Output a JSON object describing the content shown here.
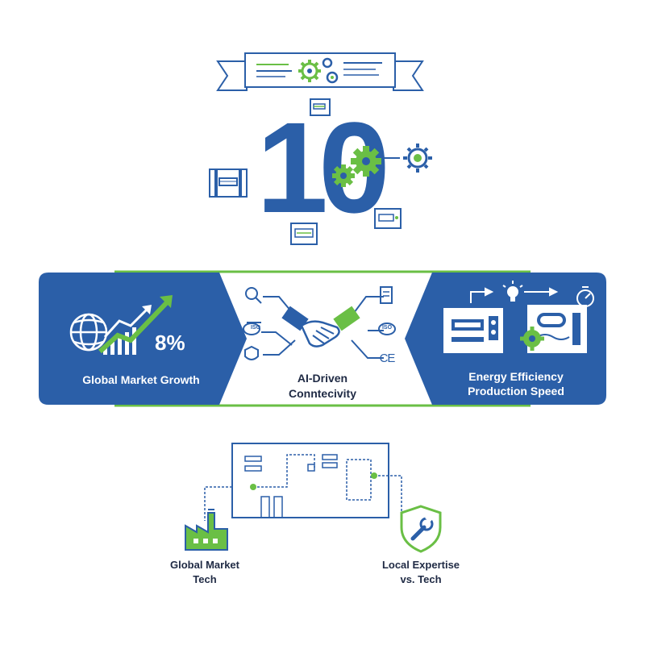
{
  "hero": {
    "number": "10"
  },
  "band": {
    "left": {
      "stat": "8%",
      "label": "Global Market Growth"
    },
    "center": {
      "line1": "AI-Driven",
      "line2": "Conntecivity",
      "badge_iso": "ISO",
      "badge_ce": "CE"
    },
    "right": {
      "line1": "Energy Efficiency",
      "line2": "Production Speed"
    }
  },
  "bottom": {
    "left": {
      "line1": "Global Market",
      "line2": "Tech"
    },
    "right": {
      "line1": "Local Expertise",
      "line2": "vs. Tech"
    }
  },
  "colors": {
    "blue": "#2b5fa8",
    "green": "#6abf45",
    "dark": "#1f2a44"
  }
}
